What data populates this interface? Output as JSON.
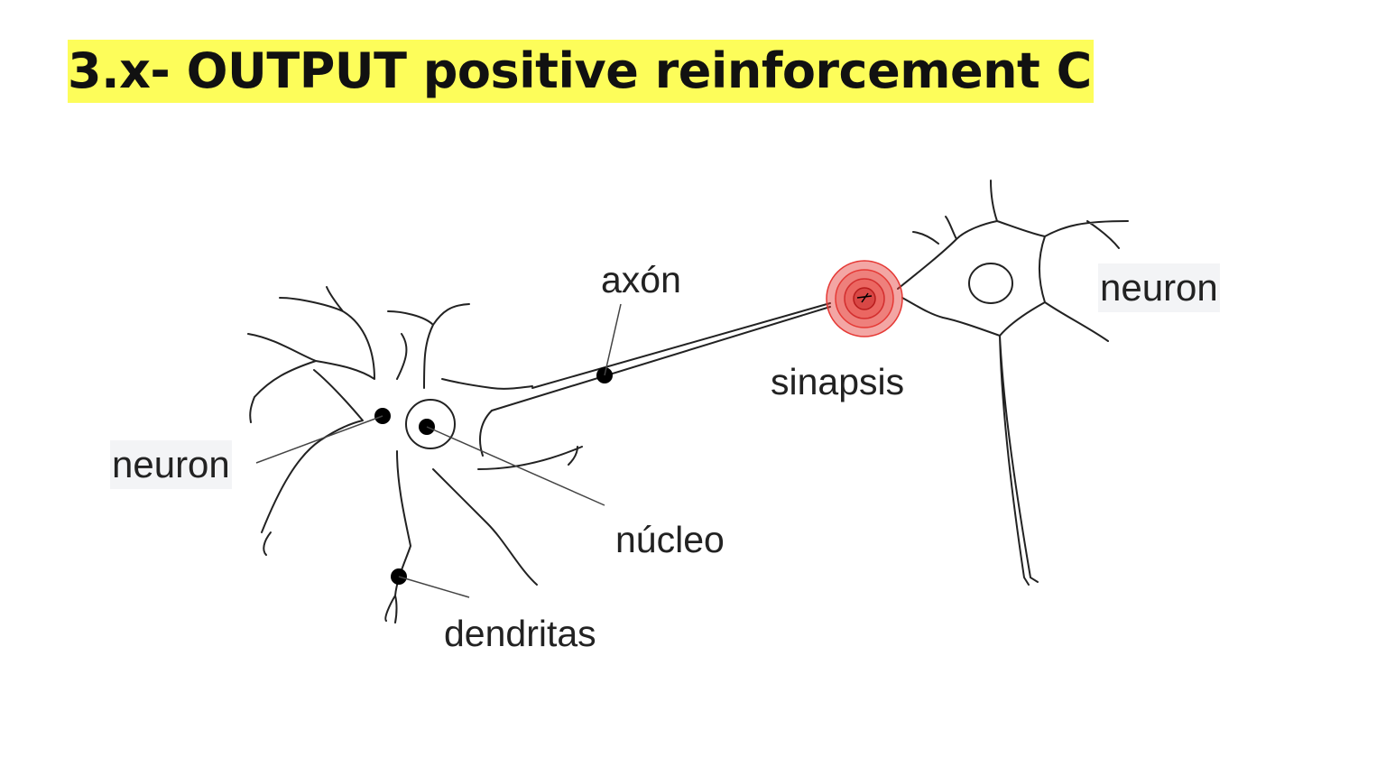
{
  "title": "3.x- OUTPUT positive reinforcement C",
  "diagram": {
    "labels": {
      "axon": "axón",
      "synapse": "sinapsis",
      "nucleus": "núcleo",
      "dendrites": "dendritas",
      "neuron_left": "neuron",
      "neuron_right": "neuron"
    },
    "colors": {
      "title_highlight": "#fdfd5a",
      "synapse_highlight": "#e53935",
      "line": "#222222"
    }
  }
}
